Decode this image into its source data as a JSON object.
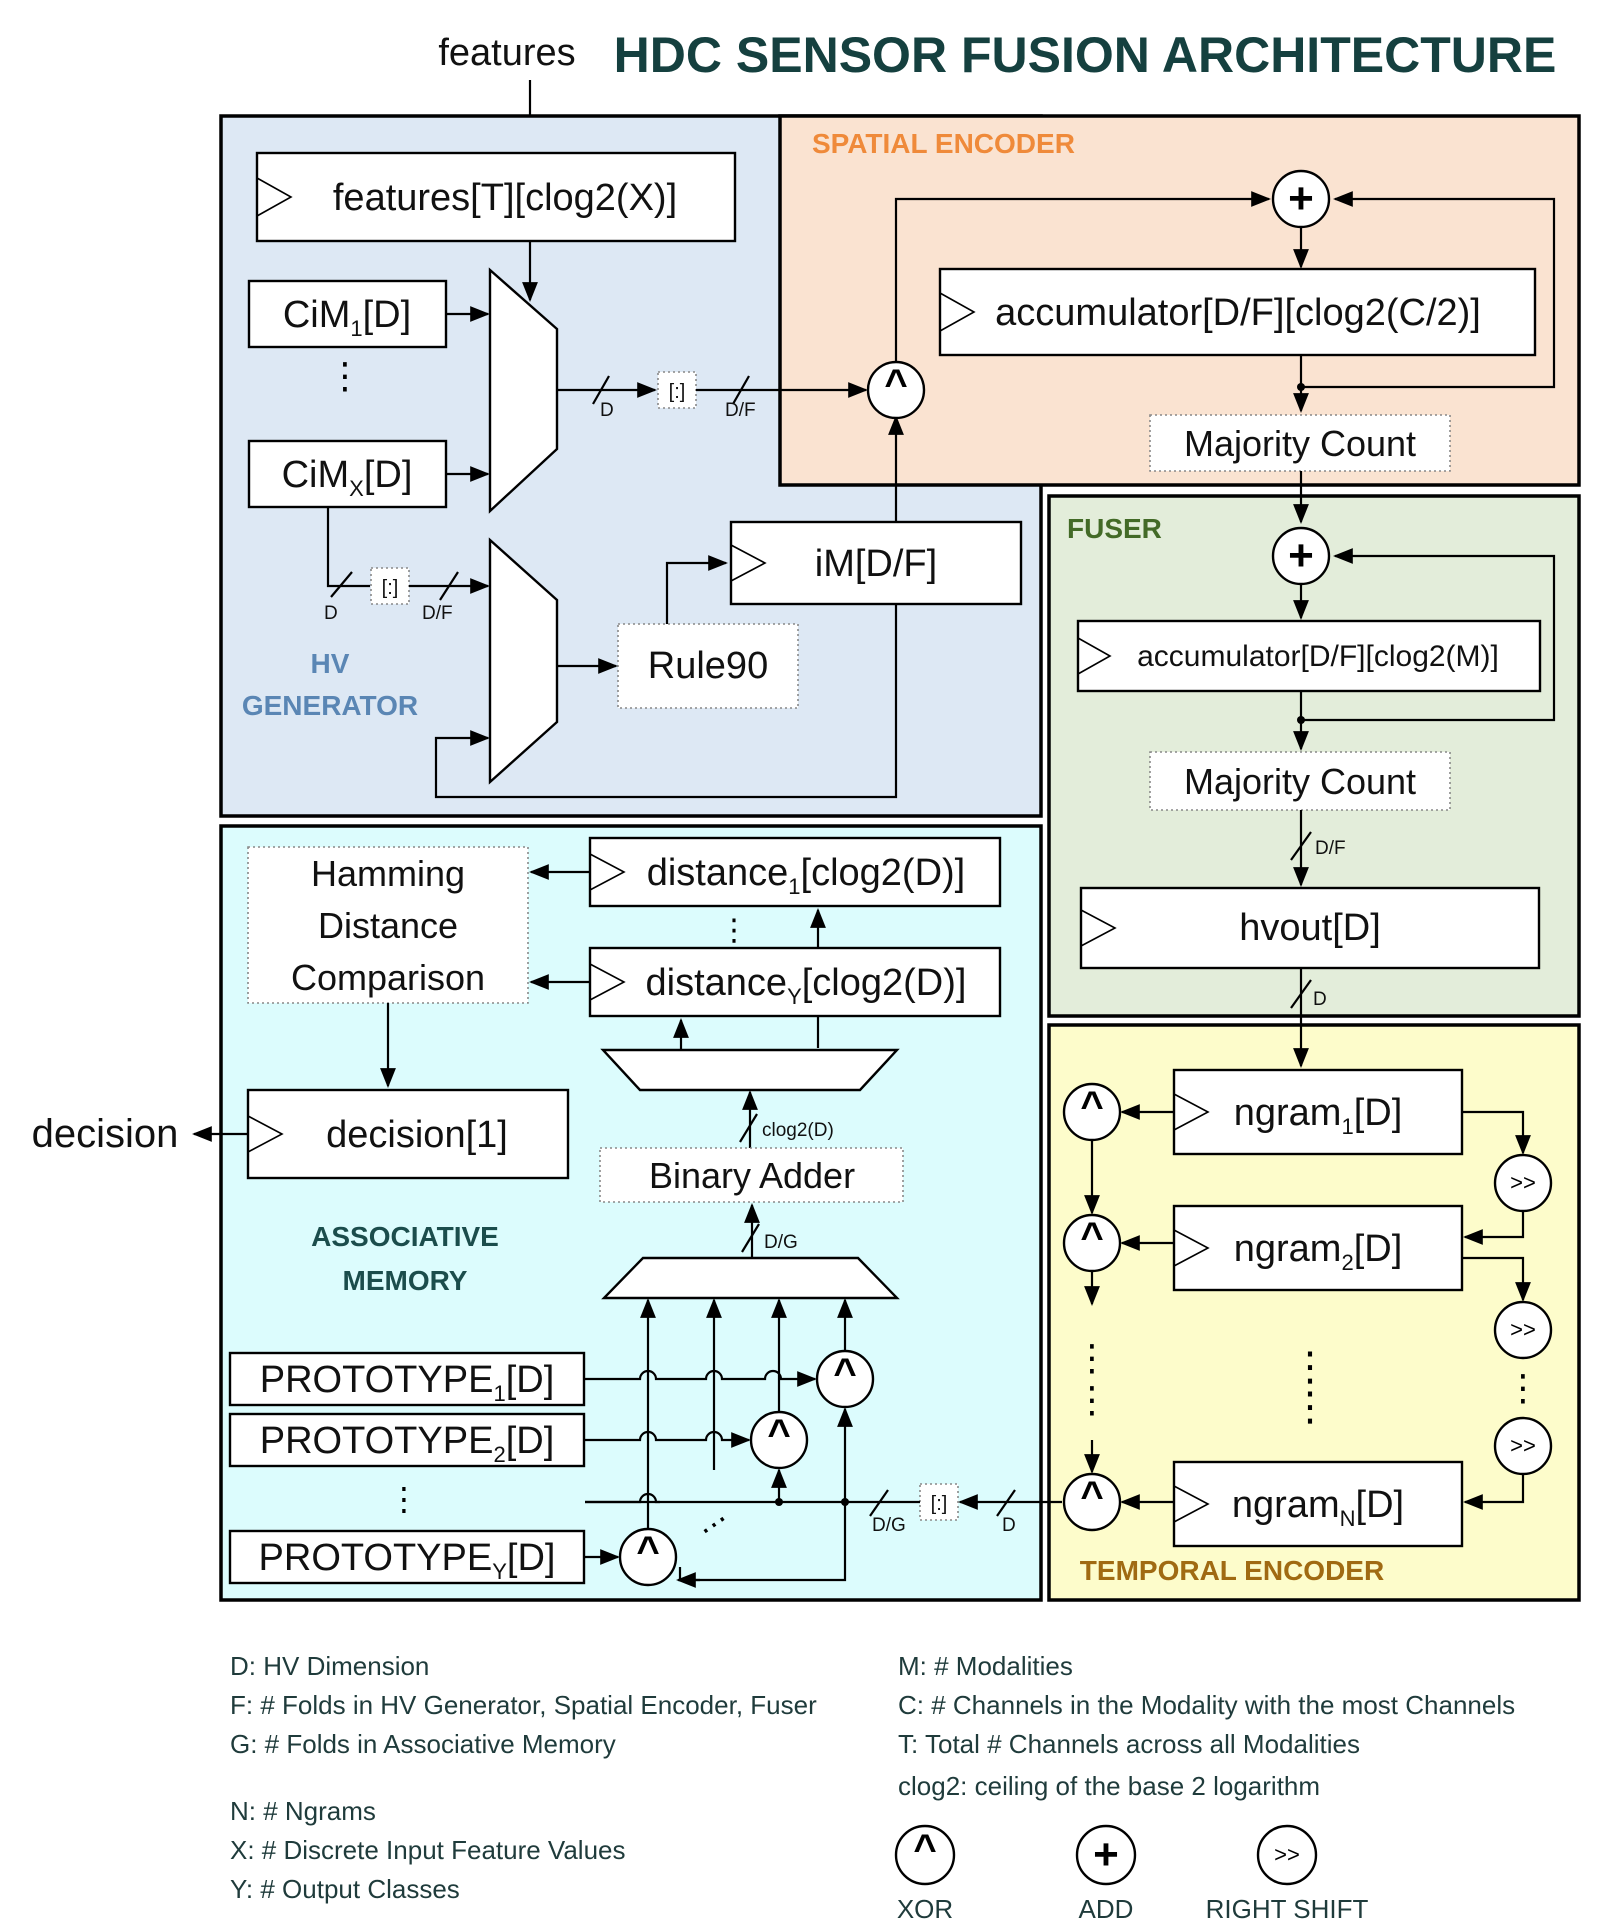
{
  "title": "HDC SENSOR FUSION ARCHITECTURE",
  "colors": {
    "title": "#15403f",
    "hv_generator_bg": "#dde8f4",
    "spatial_bg": "#fae3d1",
    "fuser_bg": "#e3edda",
    "assoc_bg": "#dcfcfd",
    "temporal_bg": "#fdfccb",
    "hv_label": "#5a86b4",
    "spatial_label": "#ef8a3a",
    "fuser_label": "#436a27",
    "assoc_label": "#1b4d4c",
    "temporal_label": "#a06a12"
  },
  "io": {
    "input": "features",
    "output": "decision"
  },
  "sections": {
    "hv_generator": [
      "HV",
      "GENERATOR"
    ],
    "spatial_encoder": "SPATIAL ENCODER",
    "fuser": "FUSER",
    "associative_memory": [
      "ASSOCIATIVE",
      "MEMORY"
    ],
    "temporal_encoder": "TEMPORAL ENCODER"
  },
  "hv_generator": {
    "features_reg": "features[T][clog2(X)]",
    "cim1": {
      "base": "CiM",
      "sub": "1",
      "tail": "[D]"
    },
    "cimx": {
      "base": "CiM",
      "sub": "X",
      "tail": "[D]"
    },
    "im": "iM[D/F]",
    "rule90": "Rule90",
    "slice": "[:]",
    "w_d": "D",
    "w_df": "D/F"
  },
  "spatial_encoder": {
    "accumulator": "accumulator[D/F][clog2(C/2)]",
    "majority": "Majority Count",
    "xor": "^",
    "add": "+"
  },
  "fuser": {
    "accumulator": "accumulator[D/F][clog2(M)]",
    "majority": "Majority Count",
    "hvout": "hvout[D]",
    "w_df": "D/F",
    "w_d": "D",
    "add": "+"
  },
  "associative_memory": {
    "hamming": [
      "Hamming",
      "Distance",
      "Comparison"
    ],
    "distance1": {
      "base": "distance",
      "sub": "1",
      "tail": "[clog2(D)]"
    },
    "distancey": {
      "base": "distance",
      "sub": "Y",
      "tail": "[clog2(D)]"
    },
    "decision": "decision[1]",
    "binary_adder": "Binary Adder",
    "w_clog2d": "clog2(D)",
    "w_dg": "D/G",
    "w_d": "D",
    "prototypes": [
      {
        "base": "PROTOTYPE",
        "sub": "1",
        "tail": "[D]"
      },
      {
        "base": "PROTOTYPE",
        "sub": "2",
        "tail": "[D]"
      },
      {
        "base": "PROTOTYPE",
        "sub": "Y",
        "tail": "[D]"
      }
    ]
  },
  "temporal_encoder": {
    "ngrams": [
      {
        "base": "ngram",
        "sub": "1",
        "tail": "[D]"
      },
      {
        "base": "ngram",
        "sub": "2",
        "tail": "[D]"
      },
      {
        "base": "ngram",
        "sub": "N",
        "tail": "[D]"
      }
    ],
    "shift": ">>",
    "xor": "^"
  },
  "legend": {
    "left": [
      "D: HV Dimension",
      "F: # Folds in HV Generator, Spatial Encoder, Fuser",
      "G: # Folds in Associative Memory",
      "N: # Ngrams",
      "X: # Discrete Input Feature Values",
      "Y: # Output Classes"
    ],
    "right": [
      "M: # Modalities",
      "C: # Channels in the Modality with the most Channels",
      "T: Total # Channels across all Modalities",
      "clog2: ceiling of the base 2 logarithm"
    ],
    "symbols": [
      {
        "glyph": "^",
        "label": "XOR"
      },
      {
        "glyph": "+",
        "label": "ADD"
      },
      {
        "glyph": ">>",
        "label": "RIGHT SHIFT"
      }
    ]
  }
}
